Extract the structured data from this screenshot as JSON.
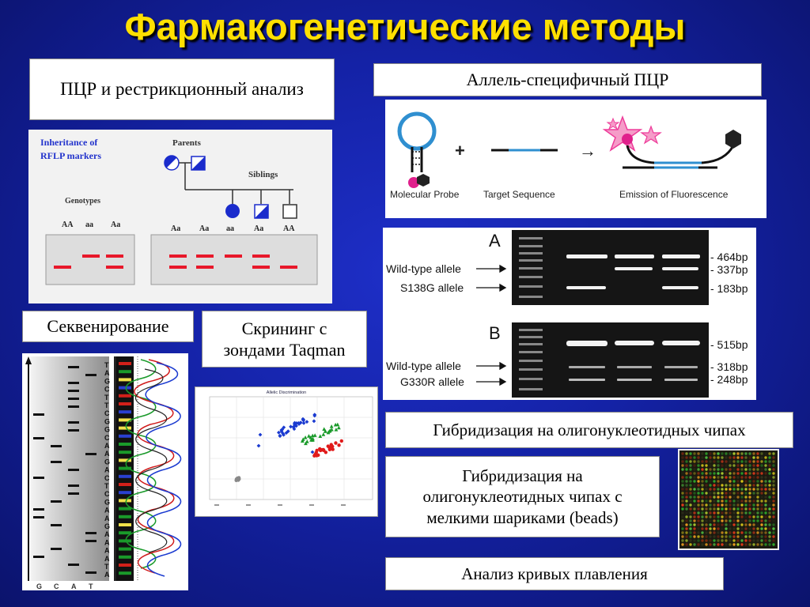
{
  "title": "Фармакогенетические методы",
  "labels": {
    "pcr_restriction": "ПЦР и рестрикционный анализ",
    "allele_pcr": "Аллель-специфичный ПЦР",
    "sequencing": "Секвенирование",
    "taqman": "Скрининг с зондами Taqman",
    "oligo_chips": "Гибридизация на олигонуклеотидных чипах",
    "oligo_beads": "Гибридизация на олигонуклеотидных чипах с мелкими шариками (beads)",
    "melting": "Анализ кривых плавления"
  },
  "rflp": {
    "heading_line1": "Inheritance of",
    "heading_line2": "RFLP markers",
    "parents": "Parents",
    "siblings": "Siblings",
    "genotypes": "Genotypes",
    "left_genotypes": [
      "AA",
      "aa",
      "Aa"
    ],
    "right_genotypes": [
      "Aa",
      "Aa",
      "aa",
      "Aa",
      "AA"
    ]
  },
  "probe": {
    "molecular_probe": "Molecular Probe",
    "target_sequence": "Target Sequence",
    "emission": "Emission of Fluorescence",
    "plus": "+",
    "arrow": "→"
  },
  "gel": {
    "panel_a": "A",
    "panel_b": "B",
    "wild_type": "Wild-type allele",
    "s138g": "S138G allele",
    "g330r": "G330R allele",
    "a_sizes": [
      "- 464bp",
      "- 337bp",
      "- 183bp"
    ],
    "b_sizes": [
      "- 515bp",
      "- 318bp",
      "- 248bp"
    ]
  },
  "sequence": {
    "bases_bottom": [
      "G",
      "C",
      "A",
      "T"
    ],
    "read": [
      "T",
      "A",
      "G",
      "C",
      "T",
      "T",
      "C",
      "G",
      "G",
      "C",
      "A",
      "A",
      "G",
      "A",
      "C",
      "T",
      "C",
      "G",
      "A",
      "A",
      "G",
      "A",
      "A",
      "A",
      "A",
      "T",
      "A"
    ]
  },
  "allele_plot": {
    "title": "Allelic Discrimination"
  },
  "colors": {
    "title": "#ffe000",
    "background": "#1422a6",
    "band_red": "#e8182a",
    "probe_blue": "#2f8fd0",
    "star_pink": "#ee3c9a"
  }
}
